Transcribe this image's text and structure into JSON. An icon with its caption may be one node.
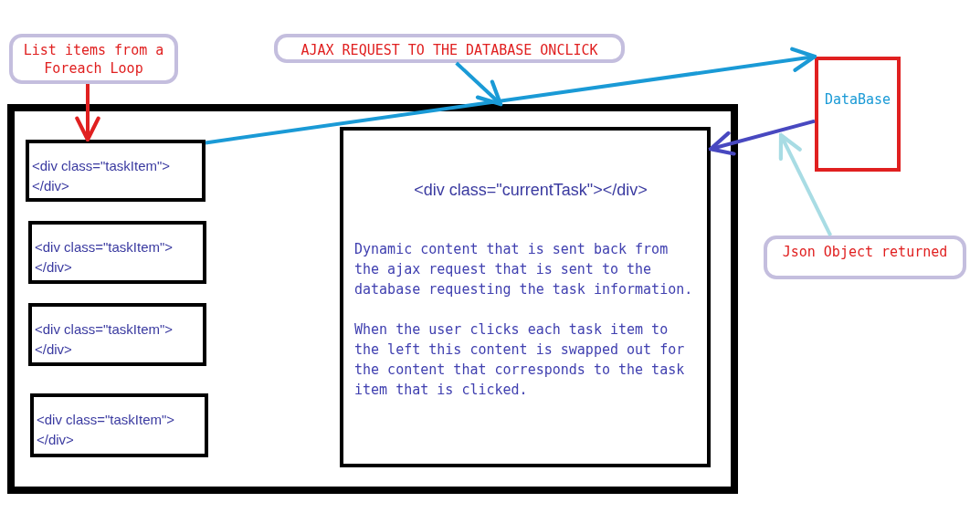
{
  "diagram": {
    "nodes": [
      {
        "text": [
          "List items from a Foreach Loop"
        ]
      },
      {
        "text": [
          "AJAX REQUEST TO THE DATABASE ONCLICK"
        ]
      },
      {
        "text": [],
        "shape": "box"
      },
      {
        "text": [
          "<div class=\"taskItem\"> </div>"
        ],
        "in": 2
      },
      {
        "text": [
          "<div class=\"taskItem\"> </div>"
        ],
        "in": 2
      },
      {
        "text": [
          "<div class=\"taskItem\"> </div>"
        ],
        "in": 2
      },
      {
        "text": [
          "<div class=\"taskItem\"> </div>"
        ],
        "in": 2
      },
      {
        "text": [
          "<div class=\"currentTask\"></div>",
          "Dynamic content that is sent back from the ajax request that is sent to the database requesting the task information.",
          "When the user clicks each task item to the left this content is swapped out for the content that corresponds to the task item that is clicked."
        ],
        "in": 2
      },
      {
        "text": [
          "DataBase"
        ]
      },
      {
        "text": [
          "Json Object returned"
        ]
      }
    ],
    "edges": [
      {
        "from": 0,
        "to": 3,
        "arrow": "to",
        "color": "#e02020"
      },
      {
        "from": 1,
        "to": 2,
        "arrow": "to"
      },
      {
        "from": 3,
        "to": 8,
        "arrow": "to"
      },
      {
        "from": 8,
        "to": 7,
        "arrow": "to",
        "color": "#4848c0"
      },
      {
        "from": 9,
        "to": null,
        "arrow": "to",
        "color": "#a8dce4"
      }
    ]
  }
}
